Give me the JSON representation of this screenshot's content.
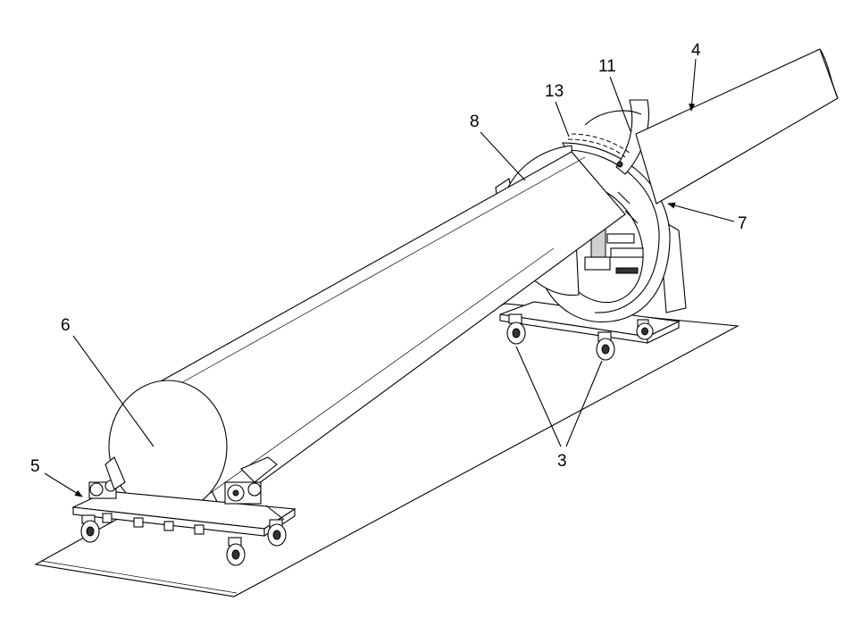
{
  "callouts": {
    "c3": "3",
    "c4": "4",
    "c5": "5",
    "c6": "6",
    "c7": "7",
    "c8": "8",
    "c11": "11",
    "c13": "13"
  }
}
